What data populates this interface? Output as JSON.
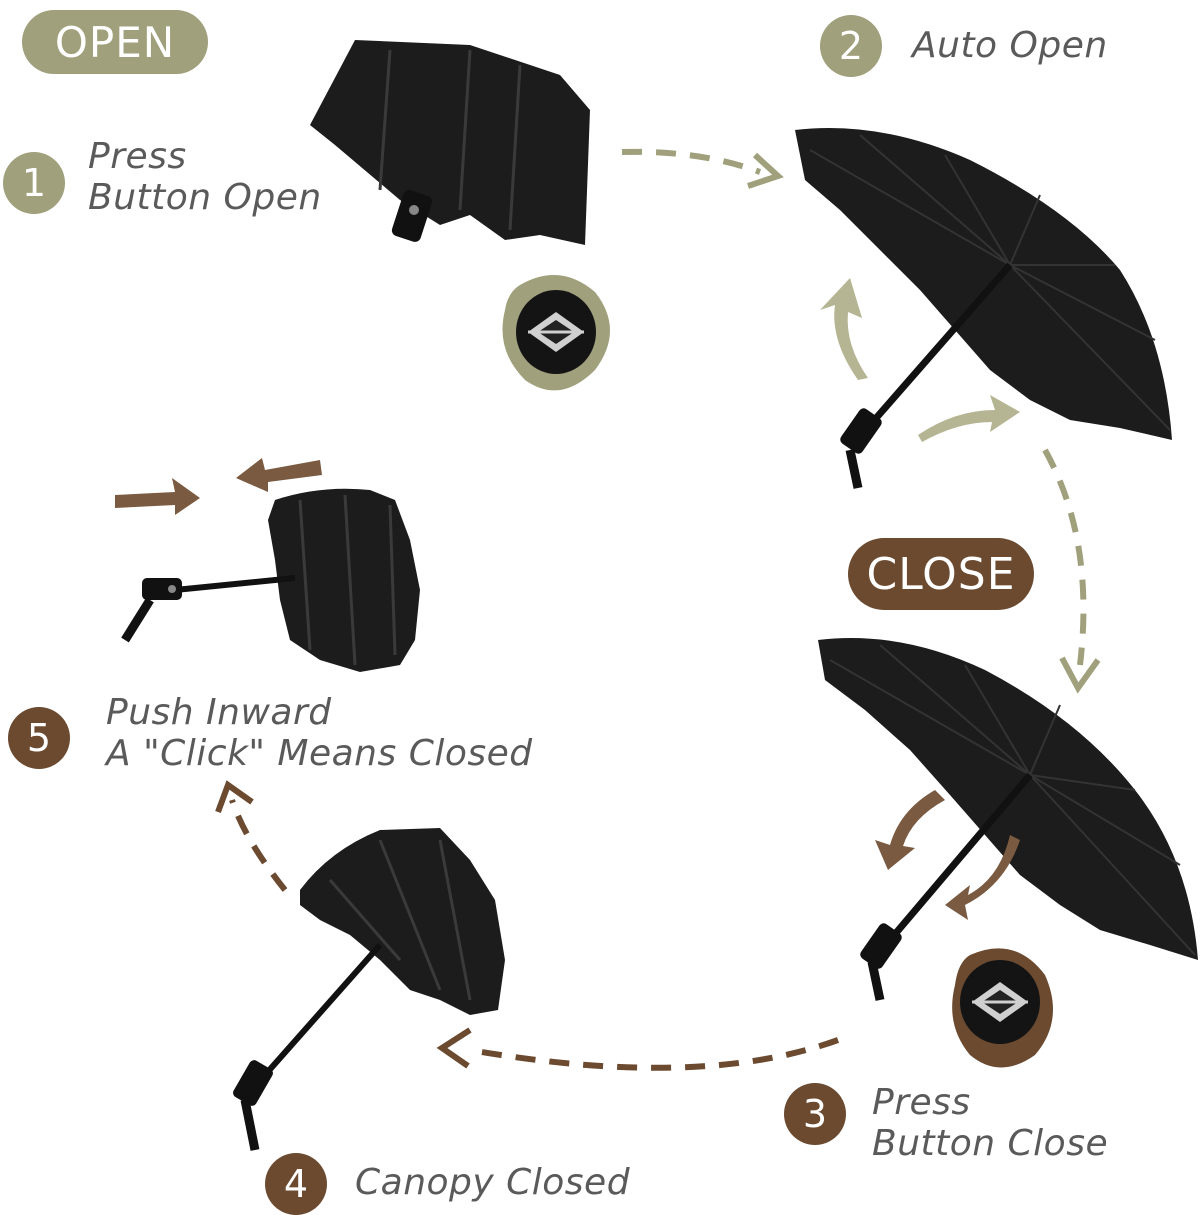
{
  "colors": {
    "olive": "#a0a07c",
    "brown": "#6b4a30",
    "canopy": "#1c1c1c",
    "text": "#5a5a5a"
  },
  "sections": {
    "open_label": "OPEN",
    "close_label": "CLOSE"
  },
  "steps": [
    {
      "num": "1",
      "line1": "Press",
      "line2": "Button Open"
    },
    {
      "num": "2",
      "line1": "Auto Open",
      "line2": ""
    },
    {
      "num": "3",
      "line1": "Press",
      "line2": "Button Close"
    },
    {
      "num": "4",
      "line1": "Canopy Closed",
      "line2": ""
    },
    {
      "num": "5",
      "line1": "Push Inward",
      "line2": "A \"Click\" Means Closed"
    }
  ],
  "icons": [
    "umbrella-icon",
    "push-button-icon",
    "dashed-arrow-icon",
    "curved-arrow-icon",
    "straight-arrow-icon"
  ]
}
